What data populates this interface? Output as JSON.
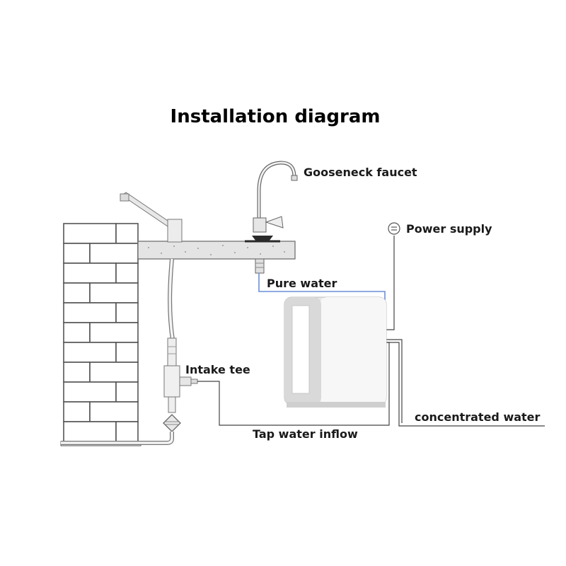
{
  "title": "Installation diagram",
  "labels": {
    "gooseneck_faucet": "Gooseneck faucet",
    "power_supply": "Power supply",
    "pure_water": "Pure water",
    "intake_tee": "Intake tee",
    "tap_water_inflow": "Tap water inflow",
    "concentrated_water": "concentrated water"
  },
  "icons": [
    "power-plug-icon"
  ],
  "colors": {
    "pure_water_line": "#6a8fd8",
    "unit_body": "#f2f2f2",
    "text": "#1a1a1a"
  }
}
